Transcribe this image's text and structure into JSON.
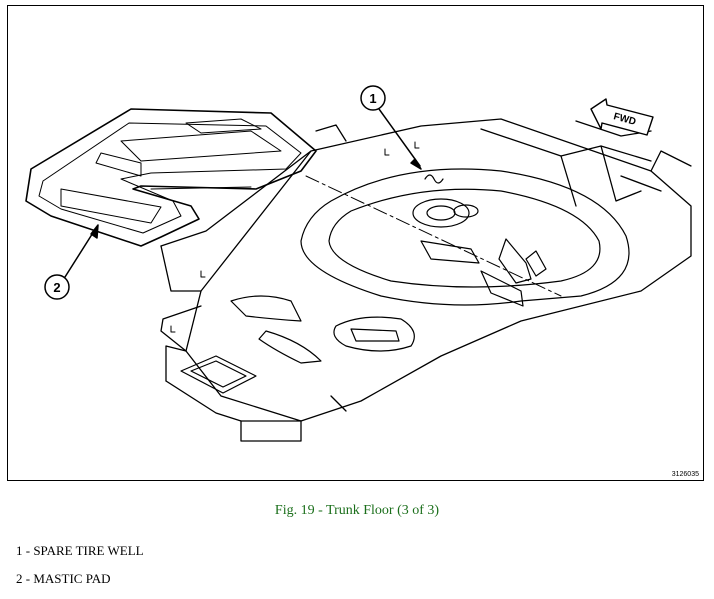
{
  "figure": {
    "number": "3126035",
    "caption": "Fig. 19 - Trunk Floor (3 of 3)",
    "direction_arrow": "FWD",
    "callouts": [
      "1",
      "2"
    ]
  },
  "legend": [
    {
      "text": "1 - SPARE TIRE WELL"
    },
    {
      "text": "2 - MASTIC PAD"
    }
  ]
}
